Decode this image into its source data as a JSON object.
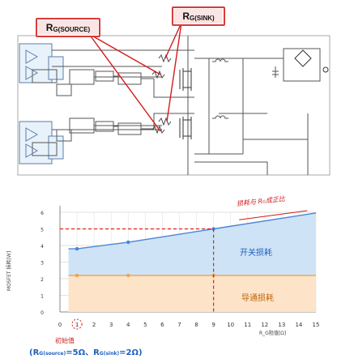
{
  "callouts": {
    "source": {
      "main": "R",
      "sub": "G(SOURCE)"
    },
    "sink": {
      "main": "R",
      "sub": "G(SINK)"
    }
  },
  "chart_data": {
    "type": "area",
    "y_axis_label": "MOSFET 损耗[W]",
    "x_axis_label": "R_G阻值[Ω]",
    "ylim": [
      0,
      6
    ],
    "xlim": [
      0,
      15
    ],
    "x_ticks": [
      "0",
      "1",
      "2",
      "3",
      "4",
      "5",
      "6",
      "7",
      "8",
      "9",
      "10",
      "11",
      "12",
      "13",
      "14",
      "15"
    ],
    "y_ticks": [
      "0",
      "1",
      "2",
      "3",
      "4",
      "5",
      "6"
    ],
    "series": [
      {
        "name": "开关损耗",
        "x": [
          1,
          4,
          9
        ],
        "values": [
          3.8,
          4.2,
          5.0
        ],
        "color": "#4a86d6",
        "fill": "#cfe3f6"
      },
      {
        "name": "导通损耗",
        "x": [
          1,
          4,
          9
        ],
        "values": [
          2.2,
          2.2,
          2.2
        ],
        "color": "#f0a24a",
        "fill": "#fde3c8"
      }
    ],
    "annotations": {
      "trend": "损耗与 R",
      "trend_sub": "G",
      "trend_tail": "成正比",
      "switching": "开关损耗",
      "conduction": "导通损耗",
      "initial_label": "初始值",
      "initial_params_a": "(R",
      "initial_params_b": "G(source)",
      "initial_params_c": "=5Ω、R",
      "initial_params_d": "G(sink)",
      "initial_params_e": "=2Ω)"
    },
    "marker_lines": {
      "x": 9,
      "y": 5.0
    },
    "colors": {
      "dash": "#e02020",
      "trend": "#d21b1b",
      "accent_blue": "#1f5fbf"
    }
  }
}
